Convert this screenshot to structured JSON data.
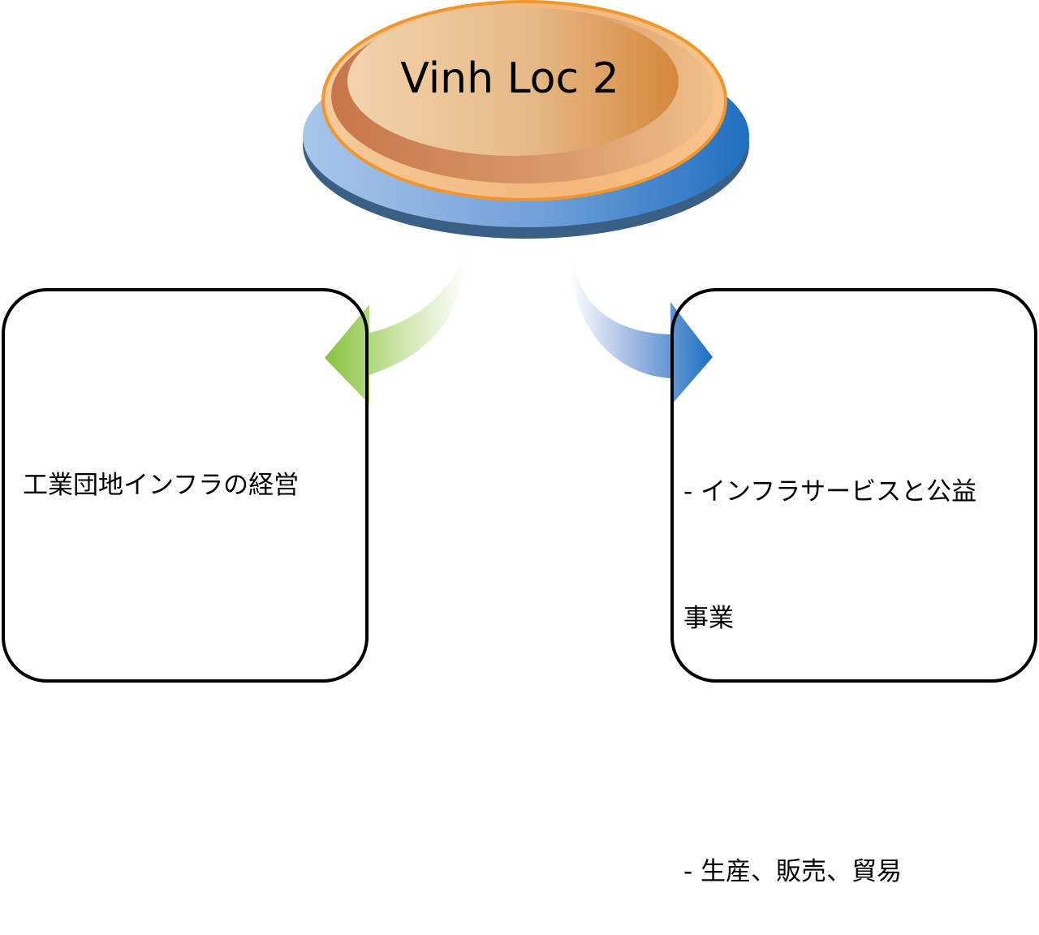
{
  "title": "Vinh Loc 2",
  "left_box": {
    "text": "工業団地インフラの経営"
  },
  "right_box": {
    "lines": [
      "- インフラサービスと公益",
      "事業",
      "- 生産、販売、貿易"
    ]
  },
  "colors": {
    "disk_blue_light": "#a7c4ea",
    "disk_blue_dark": "#1f6fc0",
    "disk_orange_light": "#f2d1a6",
    "disk_orange_dark": "#d4823a",
    "disk_rim": "#f0962a",
    "arrow_green": "#8cc63f",
    "arrow_blue": "#1f6fc0",
    "box_border": "#000000"
  }
}
